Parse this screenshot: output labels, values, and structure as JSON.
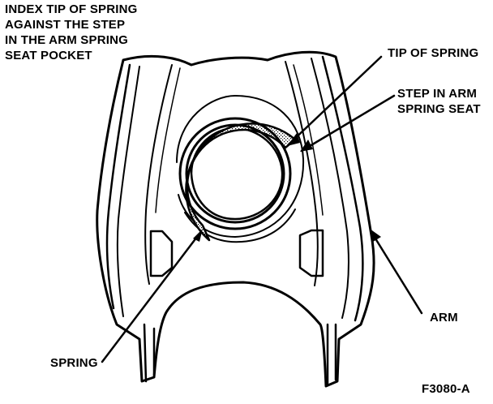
{
  "labels": {
    "index_note": [
      "INDEX TIP OF SPRING",
      "AGAINST THE STEP",
      "IN THE ARM SPRING",
      "SEAT POCKET"
    ],
    "tip_of_spring": "TIP OF SPRING",
    "step_in_arm": [
      "STEP IN ARM",
      "SPRING SEAT"
    ],
    "arm": "ARM",
    "spring": "SPRING",
    "figure_id": "F3080-A"
  },
  "colors": {
    "ink": "#000000",
    "background": "#ffffff"
  }
}
